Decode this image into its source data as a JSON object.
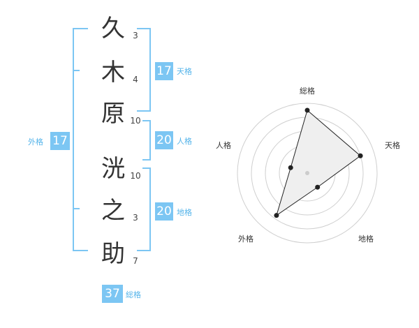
{
  "name": {
    "chars": [
      {
        "char": "久",
        "strokes": "3"
      },
      {
        "char": "木",
        "strokes": "4"
      },
      {
        "char": "原",
        "strokes": "10"
      },
      {
        "char": "洸",
        "strokes": "10"
      },
      {
        "char": "之",
        "strokes": "3"
      },
      {
        "char": "助",
        "strokes": "7"
      }
    ]
  },
  "fortunes": {
    "tenkaku": {
      "value": "17",
      "label": "天格"
    },
    "jinkaku": {
      "value": "20",
      "label": "人格"
    },
    "chikaku": {
      "value": "20",
      "label": "地格"
    },
    "gaikaku": {
      "value": "17",
      "label": "外格"
    },
    "soukaku": {
      "value": "37",
      "label": "総格"
    }
  },
  "radar": {
    "axes": [
      "総格",
      "天格",
      "地格",
      "外格",
      "人格"
    ],
    "values": [
      0.9,
      0.8,
      0.25,
      0.75,
      0.25
    ]
  }
}
